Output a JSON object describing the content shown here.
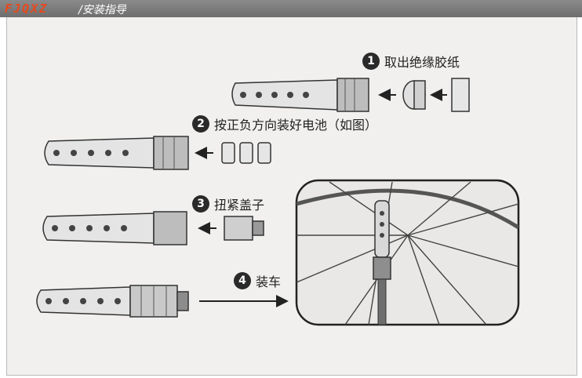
{
  "header": {
    "brand": "FJQXZ",
    "separator": "/",
    "title": "安装指导"
  },
  "steps": [
    {
      "number": "1",
      "text": "取出绝缘胶纸"
    },
    {
      "number": "2",
      "text": "按正负方向装好电池（如图）"
    },
    {
      "number": "3",
      "text": "扭紧盖子"
    },
    {
      "number": "4",
      "text": "装车"
    }
  ],
  "colors": {
    "brand": "#e8481c",
    "header_bg": "#7a7a7a",
    "panel_bg": "#f1f0ee",
    "ink": "#222222"
  }
}
